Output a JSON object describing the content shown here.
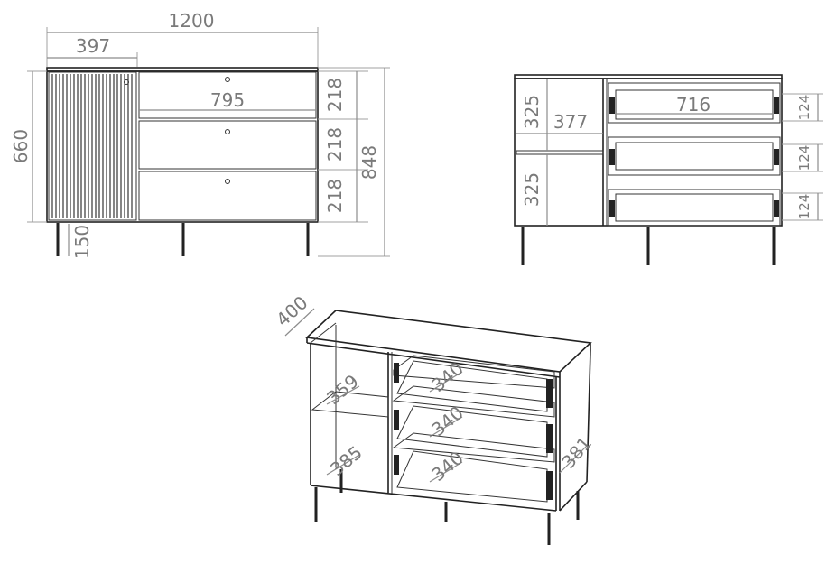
{
  "front_view": {
    "width": "1200",
    "door_width": "397",
    "drawer_width": "795",
    "body_height": "660",
    "total_height": "848",
    "leg_height": "150",
    "drawer_h1": "218",
    "drawer_h2": "218",
    "drawer_h3": "218"
  },
  "open_view": {
    "shelf_h1": "325",
    "shelf_h2": "325",
    "shelf_width": "377",
    "drawer_inner_width": "716",
    "drawer_h1": "124",
    "drawer_h2": "124",
    "drawer_h3": "124"
  },
  "iso_view": {
    "depth": "400",
    "shelf_depth_top": "359",
    "shelf_depth_bottom": "385",
    "drawer_depth_1": "340",
    "drawer_depth_2": "340",
    "drawer_depth_3": "340",
    "side_depth": "381"
  },
  "colors": {
    "line": "#222222",
    "dimension": "#7a7a7a"
  }
}
